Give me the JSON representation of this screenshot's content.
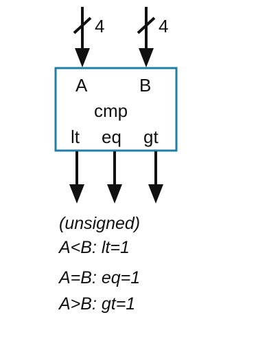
{
  "diagram": {
    "component": {
      "name": "cmp",
      "inputs": [
        {
          "port": "A",
          "bus_width": "4"
        },
        {
          "port": "B",
          "bus_width": "4"
        }
      ],
      "outputs": [
        "lt",
        "eq",
        "gt"
      ]
    },
    "notes": [
      "(unsigned)",
      "A<B: lt=1",
      "A=B: eq=1",
      "A>B: gt=1"
    ],
    "colors": {
      "box_border": "#1f7fa8",
      "wire": "#111111",
      "text": "#111111",
      "background": "#ffffff"
    }
  }
}
